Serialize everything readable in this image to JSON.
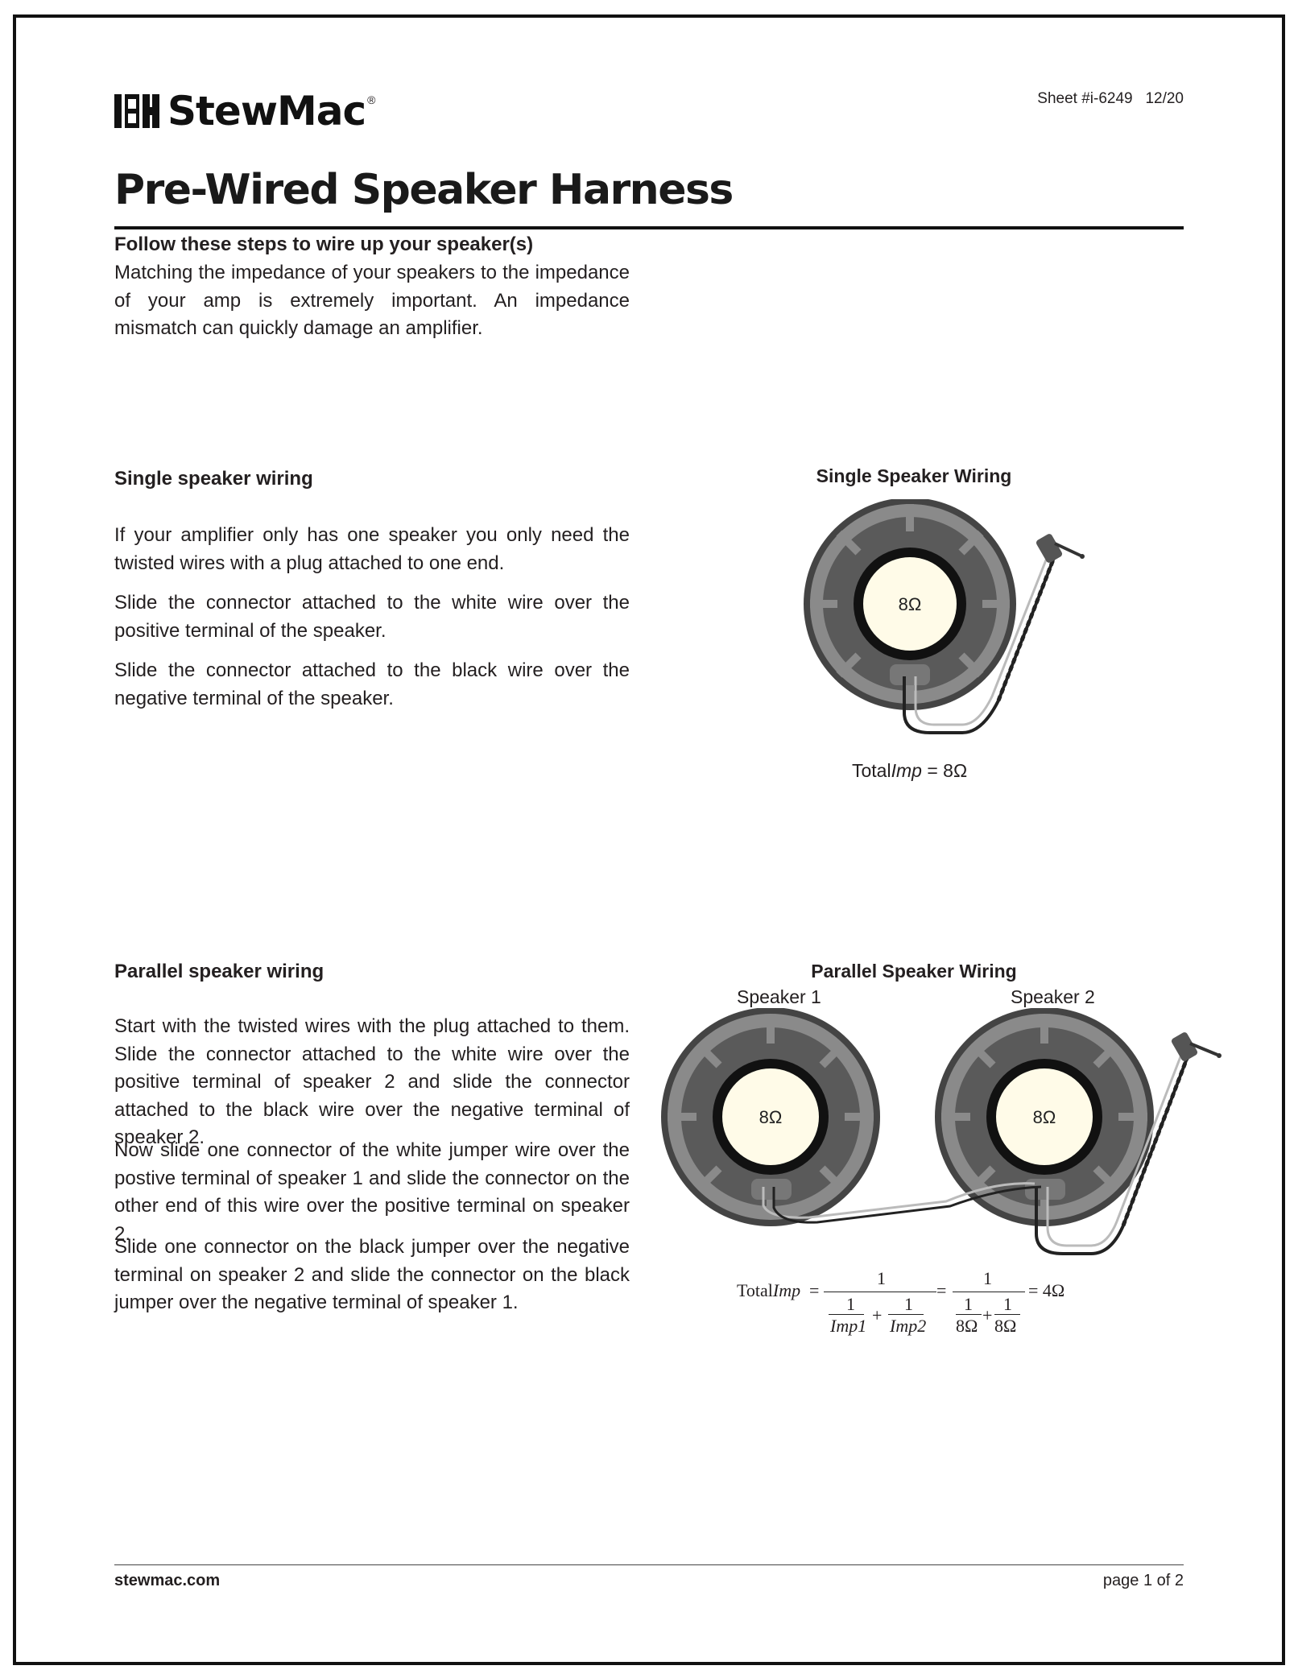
{
  "header": {
    "logo_text": "StewMac",
    "logo_reg": "®",
    "sheet_number": "Sheet #i-6249",
    "sheet_date": "12/20"
  },
  "title": "Pre-Wired Speaker Harness",
  "subtitle": "Follow these steps to wire up your speaker(s)",
  "intro": "Matching the impedance of your speakers to the impedance of your amp is extremely important. An impedance mismatch can quickly damage an amplifier.",
  "single": {
    "heading": "Single speaker wiring",
    "paragraphs": [
      "If your amplifier only has one speaker you only need the twisted wires with a plug attached to one end.",
      "Slide the connector attached to the white wire over the positive terminal of the speaker.",
      "Slide the connector attached to the black wire over the negative terminal of the speaker."
    ],
    "figure_title": "Single Speaker Wiring",
    "speaker_label": "8Ω",
    "total_prefix": "Total",
    "total_imp": "Imp",
    "total_value": " = 8Ω"
  },
  "parallel": {
    "heading": "Parallel speaker wiring",
    "paragraphs": [
      "Start with the twisted wires with the plug attached to them. Slide the connector attached to the white wire over the positive terminal of speaker 2 and slide the connector attached to the black wire over the negative terminal of speaker 2.",
      "Now slide one connector of the white jumper wire over the postive terminal of speaker 1 and slide the connector on the other end of this wire over the positive terminal on speaker 2.",
      "Slide one connector on the black jumper over the negative terminal on speaker 2 and slide the connector on the black jumper over the negative terminal of speaker 1."
    ],
    "figure_title": "Parallel Speaker Wiring",
    "speaker1_name": "Speaker 1",
    "speaker2_name": "Speaker 2",
    "speaker1_label": "8Ω",
    "speaker2_label": "8Ω",
    "formula": {
      "total_prefix": "Total",
      "total_imp": "Imp",
      "equals": "=",
      "one": "1",
      "imp1": "Imp1",
      "imp2": "Imp2",
      "plus": "+",
      "eight_ohm": "8Ω",
      "result": "= 4Ω"
    }
  },
  "footer": {
    "website": "stewmac.com",
    "page": "page 1 of 2"
  }
}
